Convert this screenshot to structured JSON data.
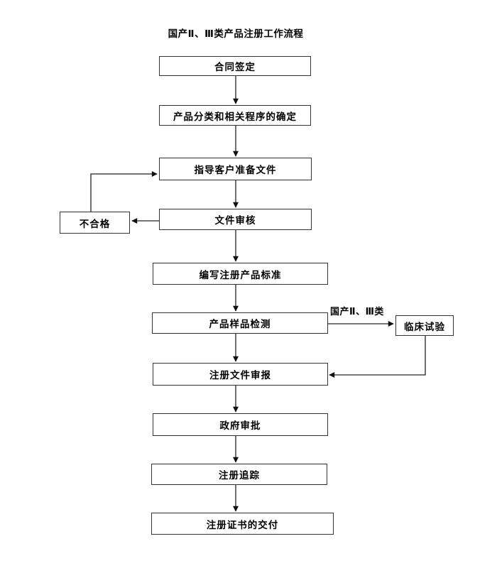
{
  "title": "国产Ⅱ、Ⅲ类产品注册工作流程",
  "flow": {
    "nodes": {
      "contract": "合同签定",
      "classification": "产品分类和相关程序的确定",
      "guide_docs": "指导客户准备文件",
      "doc_review": "文件审核",
      "unqualified": "不合格",
      "write_standard": "编写注册产品标准",
      "sample_testing": "产品样品检测",
      "clinical_trial": "临床试验",
      "dossier_submission": "注册文件审报",
      "gov_approval": "政府审批",
      "reg_tracking": "注册追踪",
      "cert_delivery": "注册证书的交付"
    },
    "edge_labels": {
      "domestic_class": "国产Ⅱ、Ⅲ类"
    },
    "colors": {
      "line": "#222222",
      "border": "#333333",
      "text": "#000000",
      "background": "#ffffff"
    }
  }
}
